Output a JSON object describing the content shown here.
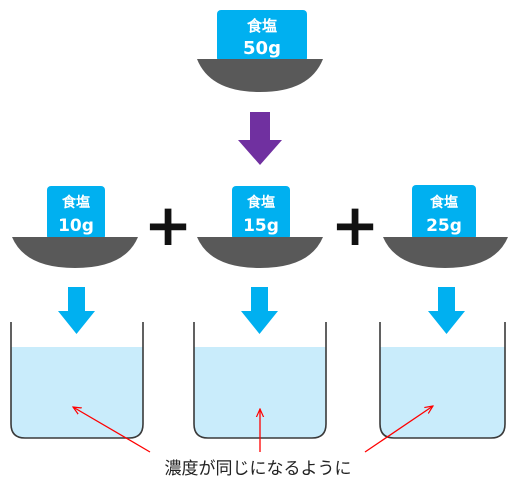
{
  "colors": {
    "salt_block": "#00b0f0",
    "scale_dish": "#595959",
    "purple_arrow": "#7030a0",
    "blue_arrow": "#00b0f0",
    "water": "#c9ecfb",
    "beaker_outline": "#3a3a3a",
    "plus_sign": "#111111",
    "pointer_line": "#ff0000"
  },
  "source": {
    "label": "食塩",
    "amount": "50g"
  },
  "portions": [
    {
      "label": "食塩",
      "amount": "10g"
    },
    {
      "label": "食塩",
      "amount": "15g"
    },
    {
      "label": "食塩",
      "amount": "25g"
    }
  ],
  "operators": [
    "+",
    "+"
  ],
  "caption": "濃度が同じになるように"
}
